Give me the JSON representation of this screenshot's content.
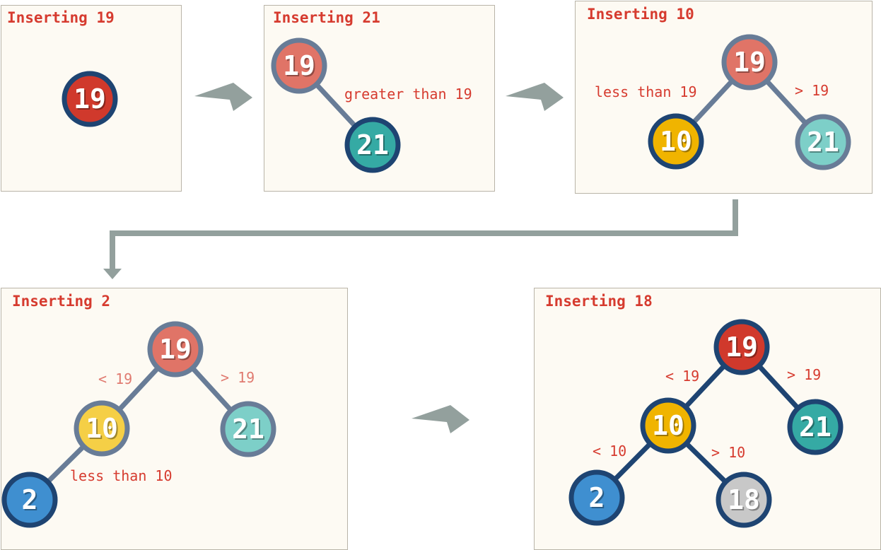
{
  "colors": {
    "panel_bg": "#fdfaf3",
    "panel_border": "#b9b4a8",
    "arrow": "#93a09d",
    "label_red": "#d63b2f",
    "label_faded": "#e07a70",
    "node_outline_dark": "#1e4472",
    "node_outline_faded": "#687c97",
    "edge_dark": "#1e4472",
    "edge_faded": "#687c97",
    "red": "#d0392c",
    "red_faded": "#e07467",
    "yellow": "#f0b400",
    "yellow_faded": "#f5cf46",
    "teal": "#35aaa4",
    "teal_faded": "#7dcfc8",
    "blue": "#3f8fd0",
    "gray": "#c8c8c8"
  },
  "panels": [
    {
      "id": "insert-19",
      "title": "Inserting 19",
      "nodes": [
        {
          "id": "n19",
          "value": "19",
          "fill": "red",
          "outline": "dark"
        }
      ],
      "edges": [],
      "labels": []
    },
    {
      "id": "insert-21",
      "title": "Inserting 21",
      "nodes": [
        {
          "id": "n19",
          "value": "19",
          "fill": "red_faded",
          "outline": "faded"
        },
        {
          "id": "n21",
          "value": "21",
          "fill": "teal",
          "outline": "dark"
        }
      ],
      "edges": [
        {
          "from": "n19",
          "to": "n21",
          "style": "faded"
        }
      ],
      "labels": [
        {
          "id": "l1",
          "text": "greater than 19",
          "style": "normal"
        }
      ]
    },
    {
      "id": "insert-10",
      "title": "Inserting 10",
      "nodes": [
        {
          "id": "n19",
          "value": "19",
          "fill": "red_faded",
          "outline": "faded"
        },
        {
          "id": "n10",
          "value": "10",
          "fill": "yellow",
          "outline": "dark"
        },
        {
          "id": "n21",
          "value": "21",
          "fill": "teal_faded",
          "outline": "faded"
        }
      ],
      "edges": [
        {
          "from": "n19",
          "to": "n10",
          "style": "faded"
        },
        {
          "from": "n19",
          "to": "n21",
          "style": "faded"
        }
      ],
      "labels": [
        {
          "id": "l1",
          "text": "less than 19",
          "style": "normal"
        },
        {
          "id": "l2",
          "text": "> 19",
          "style": "normal"
        }
      ]
    },
    {
      "id": "insert-2",
      "title": "Inserting 2",
      "nodes": [
        {
          "id": "n19",
          "value": "19",
          "fill": "red_faded",
          "outline": "faded"
        },
        {
          "id": "n10",
          "value": "10",
          "fill": "yellow_faded",
          "outline": "faded"
        },
        {
          "id": "n21",
          "value": "21",
          "fill": "teal_faded",
          "outline": "faded"
        },
        {
          "id": "n2",
          "value": "2",
          "fill": "blue",
          "outline": "dark"
        }
      ],
      "edges": [
        {
          "from": "n19",
          "to": "n10",
          "style": "faded"
        },
        {
          "from": "n19",
          "to": "n21",
          "style": "faded"
        },
        {
          "from": "n10",
          "to": "n2",
          "style": "faded"
        }
      ],
      "labels": [
        {
          "id": "l1",
          "text": "< 19",
          "style": "faded"
        },
        {
          "id": "l2",
          "text": "> 19",
          "style": "faded"
        },
        {
          "id": "l3",
          "text": "less than 10",
          "style": "normal"
        }
      ]
    },
    {
      "id": "insert-18",
      "title": "Inserting 18",
      "nodes": [
        {
          "id": "n19",
          "value": "19",
          "fill": "red",
          "outline": "dark"
        },
        {
          "id": "n10",
          "value": "10",
          "fill": "yellow",
          "outline": "dark"
        },
        {
          "id": "n21",
          "value": "21",
          "fill": "teal",
          "outline": "dark"
        },
        {
          "id": "n2",
          "value": "2",
          "fill": "blue",
          "outline": "dark"
        },
        {
          "id": "n18",
          "value": "18",
          "fill": "gray",
          "outline": "dark"
        }
      ],
      "edges": [
        {
          "from": "n19",
          "to": "n10",
          "style": "dark"
        },
        {
          "from": "n19",
          "to": "n21",
          "style": "dark"
        },
        {
          "from": "n10",
          "to": "n2",
          "style": "dark"
        },
        {
          "from": "n10",
          "to": "n18",
          "style": "dark"
        }
      ],
      "labels": [
        {
          "id": "l1",
          "text": "< 19",
          "style": "normal"
        },
        {
          "id": "l2",
          "text": "> 19",
          "style": "normal"
        },
        {
          "id": "l3",
          "text": "< 10",
          "style": "normal"
        },
        {
          "id": "l4",
          "text": "> 10",
          "style": "normal"
        }
      ]
    }
  ]
}
